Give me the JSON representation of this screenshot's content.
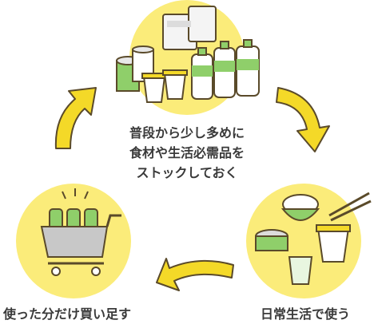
{
  "center_caption": {
    "line1": "普段から少し多めに",
    "line2": "食材や生活必需品を",
    "line3": "ストックしておく"
  },
  "labels": {
    "use": "日常生活で使う",
    "buy": "使った分だけ買い足す"
  },
  "colors": {
    "circle": "#fbec7a",
    "arrow": "#f4d928",
    "outline": "#5a4a2a",
    "bottle_green": "#8fcf6a",
    "cart_gray": "#8a8a8a"
  },
  "icons": [
    "stockpile-icon",
    "meal-icon",
    "shopping-cart-icon",
    "cycle-arrow-icon"
  ]
}
